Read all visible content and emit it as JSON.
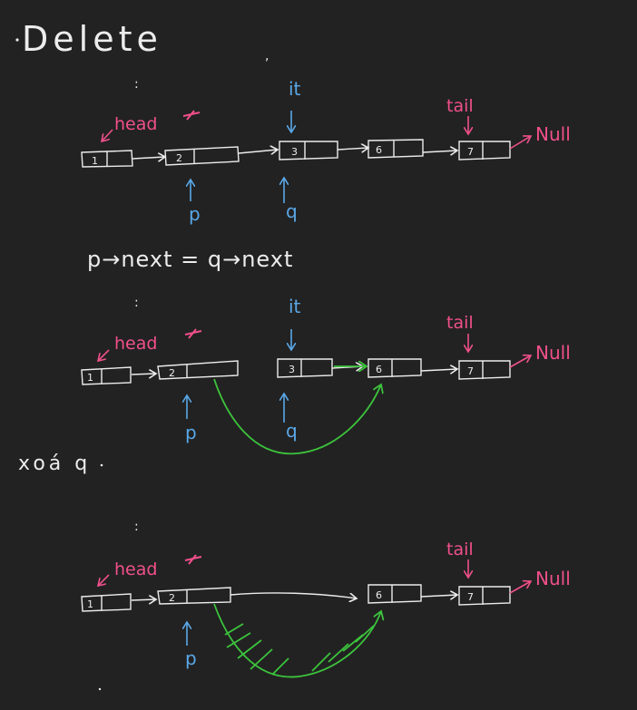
{
  "title": "Delete",
  "colors": {
    "background": "#222222",
    "ink": "#ECECEC",
    "pink": "#F0508A",
    "blue": "#5AA8E8",
    "green": "#3CC43C"
  },
  "labels": {
    "head": "head",
    "tail": "tail",
    "null": "Null",
    "it": "it",
    "p": "p",
    "q": "q",
    "equation": "p→next = q→next",
    "delete_note": "xoá q"
  },
  "nodes": {
    "n1": "1",
    "n2": "2",
    "n3": "3",
    "n6": "6",
    "n7": "7"
  }
}
